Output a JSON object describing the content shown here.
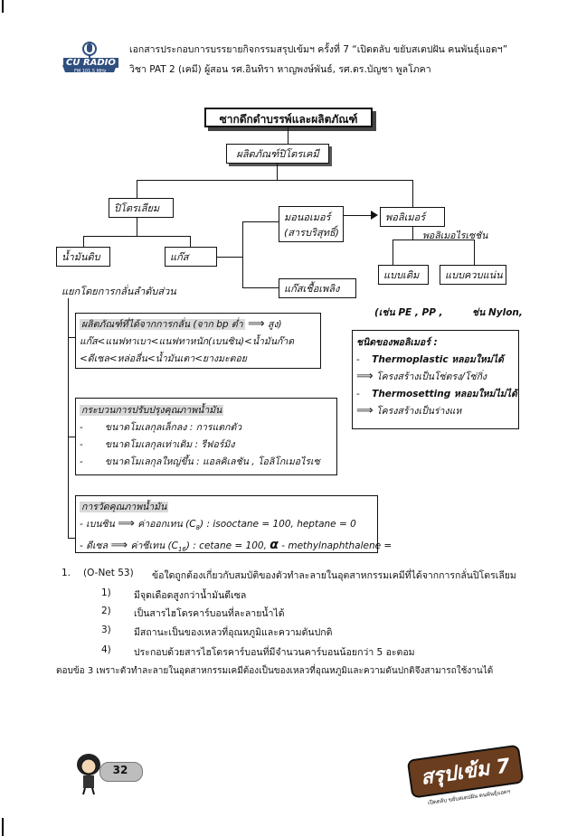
{
  "header": {
    "logo_text": "CU RADIO",
    "logo_sub": "FM 101.5 MHz",
    "line1": "เอกสารประกอบการบรรยายกิจกรรมสรุปเข้มฯ ครั้งที่ 7 “เปิดตลับ ขยับสเตปฝัน คนพันธุ์แอดฯ”",
    "line2": "วิชา PAT 2 (เคมี)   ผู้สอน รศ.อินทิรา หาญพงษ์พันธ์, รศ.ดร.บัญชา พูลโภคา"
  },
  "diagram": {
    "title": "ซากดึกดำบรรพ์และผลิตภัณฑ์",
    "petrochemical": "ผลิตภัณฑ์ปิโตรเคมี",
    "petroleum": "ปิโตรเลียม",
    "crude_oil": "น้ำมันดิบ",
    "gas": "แก๊ส",
    "monomer_line1": "มอนอเมอร์",
    "monomer_line2": "(สารบริสุทธิ์)",
    "fuel_gas": "แก๊สเชื้อเพลิง",
    "polymer": "พอลิเมอร์",
    "polymerization": "พอลิเมอไรเซชัน",
    "addition": "แบบเติม",
    "condensation": "แบบควบแน่น",
    "examples": "(เช่น PE , PP ,",
    "examples2": "ช่น Nylon,",
    "separation": "แยกโดยการกลั่นลำดับส่วน"
  },
  "distillation_box": {
    "title": "ผลิตภัณฑ์ที่ได้จากการกลั่น (จาก bp ต่ำ",
    "title_end": "สูง)",
    "line1": "แก๊ส<แนฟทาเบา<แนฟทาหนัก(เบนซิน)<น้ำมันก๊าด",
    "line2": "<ดีเซล<หล่อลื่น<น้ำมันเตา<ยางมะตอย"
  },
  "polymer_types_box": {
    "title": "ชนิดของพอลิเมอร์ :",
    "thermoplastic": "Thermoplastic หลอมใหม่ได้",
    "thermoplastic_desc": "โครงสร้างเป็นโซ่ตรง/โซ่กิ่ง",
    "thermosetting": "Thermosetting  หลอมใหม่ไม่ได้",
    "thermosetting_desc": "โครงสร้างเป็นร่างแห",
    "dash": "-"
  },
  "improvement_box": {
    "title": "กระบวนการปรับปรุงคุณภาพน้ำมัน",
    "items": [
      "ขนาดโมเลกุลเล็กลง  :  การแตกตัว",
      "ขนาดโมเลกุลเท่าเดิม  :  รีฟอร์มิง",
      "ขนาดโมเลกุลใหญ่ขึ้น  :  แอลคิเลชัน , โอลิโกเมอไรเซ"
    ],
    "dash": "-"
  },
  "quality_box": {
    "title": "การวัดคุณภาพน้ำมัน",
    "gasoline_label": "- เบนซิน",
    "gasoline_value": "ค่าออกเทน (C",
    "gasoline_sub": "8",
    "gasoline_rest": ") : isooctane = 100, heptane = 0",
    "diesel_label": "- ดีเซล",
    "diesel_value": "ค่าซีเทน (C",
    "diesel_sub": "16",
    "diesel_rest": ") : cetane = 100,",
    "diesel_alpha": "α",
    "diesel_end": "- methylnaphthalene ="
  },
  "question": {
    "number": "1.",
    "source": "(O-Net 53)",
    "stem": "ข้อใดถูกต้องเกี่ยวกับสมบัติของตัวทำละลายในอุตสาหกรรมเคมีที่ได้จากการกลั่นปิโตรเลียม",
    "choices": [
      {
        "num": "1)",
        "text": "มีจุดเดือดสูงกว่าน้ำมันดีเซล"
      },
      {
        "num": "2)",
        "text": "เป็นสารไฮโดรคาร์บอนที่ละลายน้ำได้"
      },
      {
        "num": "3)",
        "text": "มีสถานะเป็นของเหลวที่อุณหภูมิและความดันปกติ"
      },
      {
        "num": "4)",
        "text": "ประกอบด้วยสารไฮโดรคาร์บอนที่มีจำนวนคาร์บอนน้อยกว่า 5 อะตอม"
      }
    ],
    "answer": "ตอบข้อ 3 เพราะตัวทำละลายในอุตสาหกรรมเคมีต้องเป็นของเหลวที่อุณหภูมิและความดันปกติจึงสามารถใช้งานได้"
  },
  "footer": {
    "page_number": "32",
    "logo_text": "สรุปเข้ม 7",
    "logo_sub": "เปิดตลับ ขยับสเตปฝัน คนพันธุ์แอดฯ"
  },
  "colors": {
    "logo_bg": "#2f4f7f",
    "highlight": "#d9d9d9",
    "footer_logo": "#6a3d1e"
  }
}
